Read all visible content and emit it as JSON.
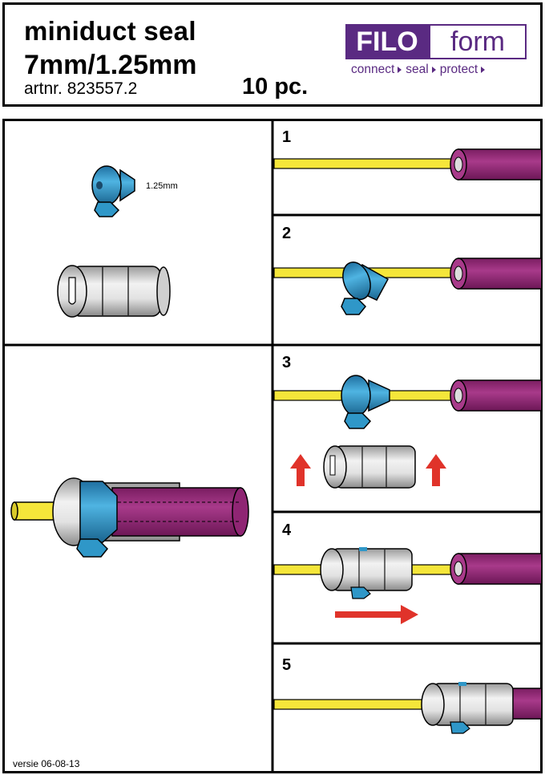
{
  "header": {
    "title_line1": "miniduct seal",
    "title_line2": "7mm/1.25mm",
    "article": "artnr. 823557.2",
    "quantity": "10 pc."
  },
  "logo": {
    "brand_a": "FILO",
    "brand_b": "form",
    "tagline": [
      "connect",
      "seal",
      "protect"
    ],
    "color": "#5a2a82"
  },
  "parts": {
    "cone_label": "1.25mm"
  },
  "steps": [
    "1",
    "2",
    "3",
    "4",
    "5"
  ],
  "footer": {
    "version": "versie 06-08-13"
  },
  "colors": {
    "duct": "#9b2a7c",
    "fiber": "#f5e63a",
    "cone": "#2f97c8",
    "sleeve": "#d6d6d6",
    "arrow": "#e0332a"
  }
}
